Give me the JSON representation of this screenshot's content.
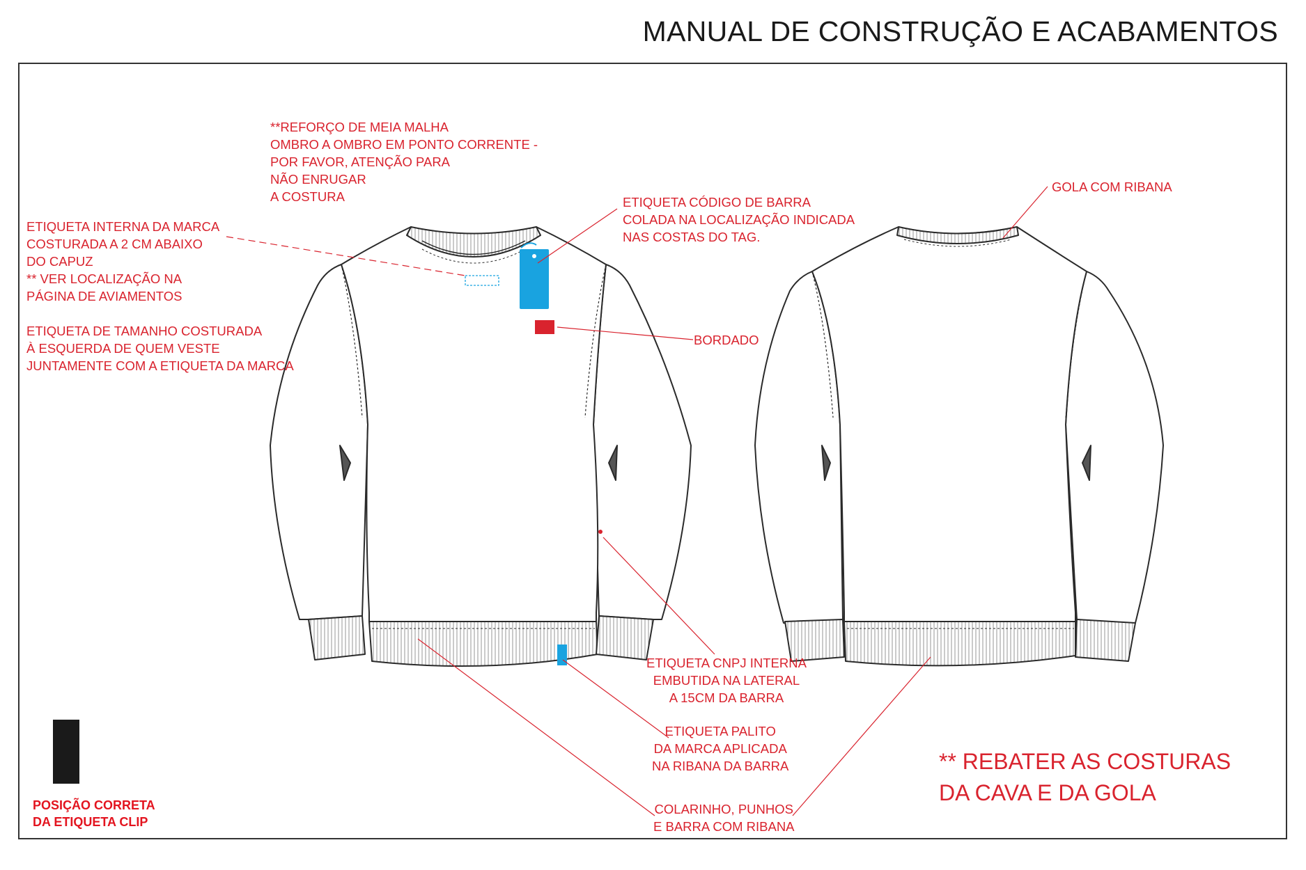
{
  "title": "MANUAL DE CONSTRUÇÃO E ACABAMENTOS",
  "colors": {
    "annotation": "#d9232e",
    "barcode_tag": "#19a3e0",
    "embroidery": "#d9232e",
    "outline": "#2a2a2a",
    "frame": "#333333"
  },
  "notes": {
    "reforco": [
      "**REFORÇO DE MEIA MALHA",
      "OMBRO A OMBRO EM PONTO CORRENTE -",
      "POR FAVOR, ATENÇÃO PARA",
      "NÃO ENRUGAR",
      "A COSTURA"
    ],
    "etiqueta_interna": [
      "ETIQUETA INTERNA DA MARCA",
      "COSTURADA A 2 CM ABAIXO",
      "DO CAPUZ",
      "** VER LOCALIZAÇÃO NA",
      "PÁGINA DE AVIAMENTOS"
    ],
    "etiqueta_tamanho": [
      "ETIQUETA DE TAMANHO COSTURADA",
      "À ESQUERDA DE QUEM VESTE",
      "JUNTAMENTE COM A ETIQUETA DA MARCA"
    ],
    "codigo_barra": [
      "ETIQUETA CÓDIGO DE BARRA",
      "COLADA NA  LOCALIZAÇÃO INDICADA",
      "NAS COSTAS DO TAG."
    ],
    "gola": [
      "GOLA COM RIBANA"
    ],
    "bordado": [
      "BORDADO"
    ],
    "cnpj": [
      "ETIQUETA CNPJ INTERNA",
      "EMBUTIDA NA LATERAL",
      "A 15CM DA BARRA"
    ],
    "palito": [
      "ETIQUETA PALITO",
      "DA MARCA APLICADA",
      "NA RIBANA DA BARRA"
    ],
    "colarinho": [
      "COLARINHO, PUNHOS",
      "E BARRA COM RIBANA"
    ],
    "rebater": [
      "** REBATER AS COSTURAS",
      "DA CAVA E DA GOLA"
    ]
  },
  "clip": {
    "caption": [
      "POSIÇÃO CORRETA",
      "DA ETIQUETA CLIP"
    ],
    "icon": "brand-wave-logo-icon"
  }
}
